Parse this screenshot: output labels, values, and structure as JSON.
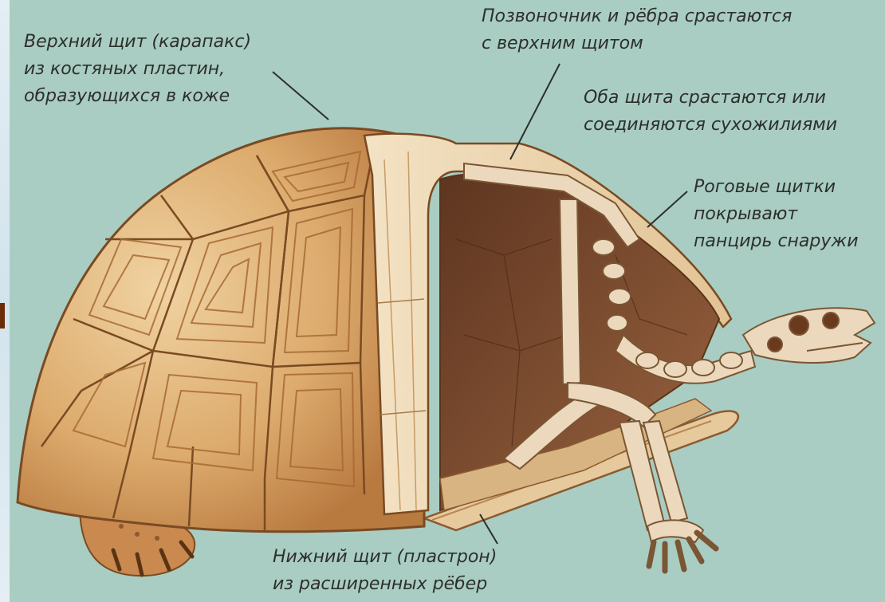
{
  "labels": {
    "carapace": {
      "lines": [
        "Верхний щит (карапакс)",
        "из костяных пластин,",
        "образующихся в коже"
      ]
    },
    "spine": {
      "lines": [
        "Позвоночник и рёбра срастаются",
        "с верхним щитом"
      ]
    },
    "shields_join": {
      "lines": [
        "Оба щита срастаются или",
        "соединяются сухожилиями"
      ]
    },
    "scutes": {
      "lines": [
        "Роговые щитки",
        "покрывают",
        "панцирь снаружи"
      ]
    },
    "plastron": {
      "lines": [
        "Нижний щит (пластрон)",
        "из расширенных рёбер"
      ]
    }
  },
  "colors": {
    "background": "#a9cdc2",
    "shell_light": "#e8c99a",
    "shell_mid": "#d9a66a",
    "shell_dark": "#b8783e",
    "interior": "#7a4a2e",
    "bone": "#ecd9bd",
    "text": "#2d2f2c"
  }
}
